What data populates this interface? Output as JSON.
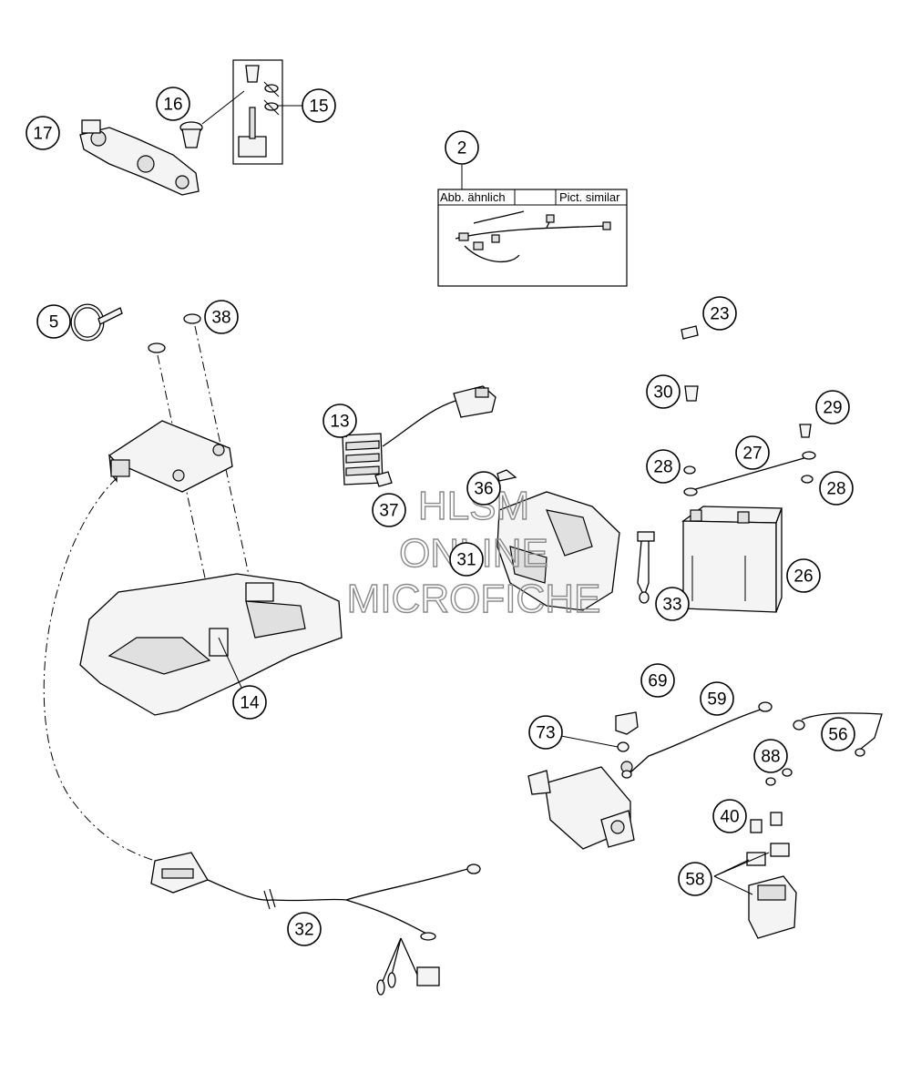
{
  "diagram": {
    "callouts": [
      "17",
      "16",
      "15",
      "2",
      "5",
      "38",
      "23",
      "13",
      "30",
      "29",
      "27",
      "28",
      "28",
      "36",
      "37",
      "31",
      "26",
      "33",
      "14",
      "69",
      "59",
      "73",
      "56",
      "88",
      "40",
      "58",
      "32"
    ],
    "inset_labels": {
      "left": "Abb. ähnlich",
      "right": "Pict. similar"
    },
    "watermark": {
      "line1": "HLSM",
      "line2": "ONLINE",
      "line3": "MICROFICHE"
    }
  }
}
